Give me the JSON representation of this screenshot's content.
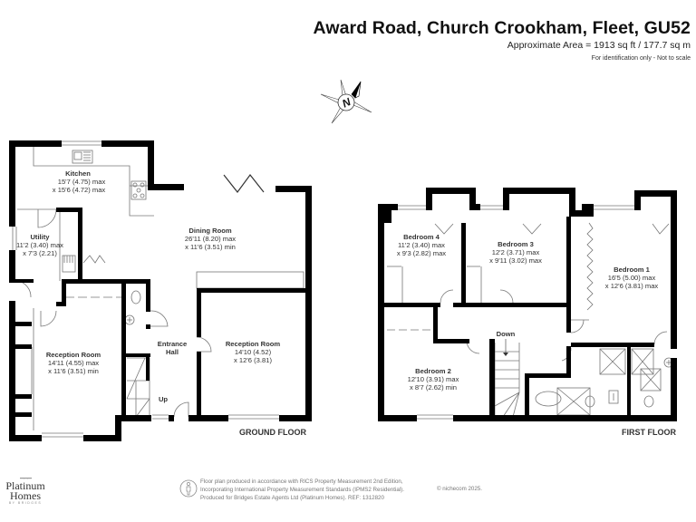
{
  "header": {
    "title": "Award Road, Church Crookham, Fleet, GU52",
    "area": "Approximate Area = 1913 sq ft / 177.7 sq m",
    "note": "For identification only - Not to scale"
  },
  "compass": {
    "icon": "north-compass-icon",
    "label": "N"
  },
  "ground_floor": {
    "label": "GROUND FLOOR",
    "rooms": [
      {
        "name": "Kitchen",
        "dim1": "15'7 (4.75) max",
        "dim2": "x 15'6 (4.72) max"
      },
      {
        "name": "Utility",
        "dim1": "11'2 (3.40) max",
        "dim2": "x 7'3 (2.21)"
      },
      {
        "name": "Dining Room",
        "dim1": "26'11 (8.20) max",
        "dim2": "x 11'6 (3.51) min"
      },
      {
        "name": "Reception Room",
        "dim1": "14'11 (4.55) max",
        "dim2": "x 11'6 (3.51) min"
      },
      {
        "name": "Entrance",
        "dim1": "Hall",
        "dim2": ""
      },
      {
        "name": "Reception Room",
        "dim1": "14'10 (4.52)",
        "dim2": "x 12'6 (3.81)"
      }
    ],
    "stairs_label": "Up"
  },
  "first_floor": {
    "label": "FIRST FLOOR",
    "rooms": [
      {
        "name": "Bedroom 4",
        "dim1": "11'2 (3.40) max",
        "dim2": "x 9'3 (2.82) max"
      },
      {
        "name": "Bedroom 3",
        "dim1": "12'2 (3.71) max",
        "dim2": "x 9'11 (3.02) max"
      },
      {
        "name": "Bedroom 1",
        "dim1": "16'5 (5.00) max",
        "dim2": "x 12'6 (3.81) max"
      },
      {
        "name": "Bedroom 2",
        "dim1": "12'10 (3.91) max",
        "dim2": "x 8'7 (2.62) min"
      }
    ],
    "stairs_label": "Down"
  },
  "logo": {
    "line1": "Platinum",
    "line2": "Homes",
    "line3": "BY BRIDGES"
  },
  "footer": {
    "line1": "Floor plan produced in accordance with RICS Property Measurement 2nd Edition,",
    "line2": "Incorporating International Property Measurement Standards (IPMS2 Residential).",
    "line3": "Produced for Bridges Estate Agents Ltd (Platinum Homes).   REF: 1312820",
    "copyright": "© nichecom 2025."
  }
}
